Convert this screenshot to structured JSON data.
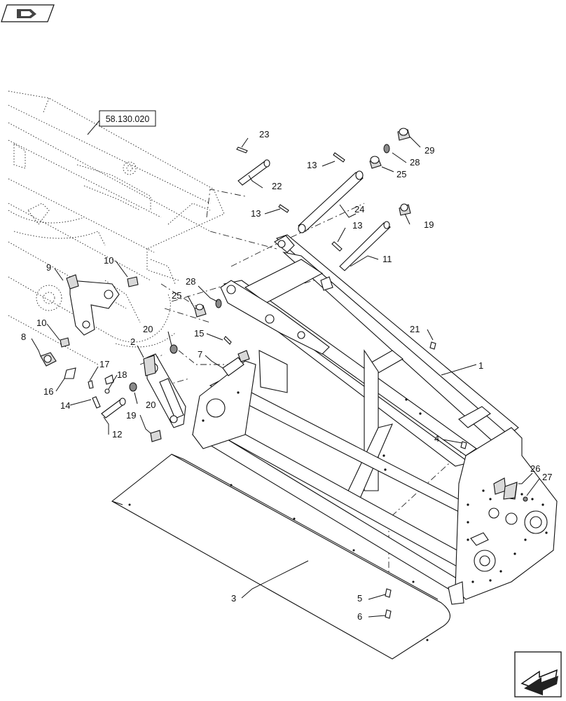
{
  "reference": {
    "code": "58.130.020"
  },
  "callouts": [
    {
      "id": "c1",
      "text": "1"
    },
    {
      "id": "c2",
      "text": "2"
    },
    {
      "id": "c3",
      "text": "3"
    },
    {
      "id": "c4",
      "text": "4"
    },
    {
      "id": "c5",
      "text": "5"
    },
    {
      "id": "c6",
      "text": "6"
    },
    {
      "id": "c7",
      "text": "7"
    },
    {
      "id": "c8",
      "text": "8"
    },
    {
      "id": "c9",
      "text": "9"
    },
    {
      "id": "c10a",
      "text": "10"
    },
    {
      "id": "c10b",
      "text": "10"
    },
    {
      "id": "c11",
      "text": "11"
    },
    {
      "id": "c12",
      "text": "12"
    },
    {
      "id": "c13a",
      "text": "13"
    },
    {
      "id": "c13b",
      "text": "13"
    },
    {
      "id": "c13c",
      "text": "13"
    },
    {
      "id": "c14",
      "text": "14"
    },
    {
      "id": "c15",
      "text": "15"
    },
    {
      "id": "c16",
      "text": "16"
    },
    {
      "id": "c17",
      "text": "17"
    },
    {
      "id": "c18",
      "text": "18"
    },
    {
      "id": "c19a",
      "text": "19"
    },
    {
      "id": "c19b",
      "text": "19"
    },
    {
      "id": "c20a",
      "text": "20"
    },
    {
      "id": "c20b",
      "text": "20"
    },
    {
      "id": "c21",
      "text": "21"
    },
    {
      "id": "c22",
      "text": "22"
    },
    {
      "id": "c23",
      "text": "23"
    },
    {
      "id": "c24",
      "text": "24"
    },
    {
      "id": "c25a",
      "text": "25"
    },
    {
      "id": "c25b",
      "text": "25"
    },
    {
      "id": "c26",
      "text": "26"
    },
    {
      "id": "c27",
      "text": "27"
    },
    {
      "id": "c28a",
      "text": "28"
    },
    {
      "id": "c28b",
      "text": "28"
    },
    {
      "id": "c29",
      "text": "29"
    }
  ],
  "icons": {
    "top_left": "book-hand-icon",
    "bottom_right": "return-arrow-icon"
  }
}
